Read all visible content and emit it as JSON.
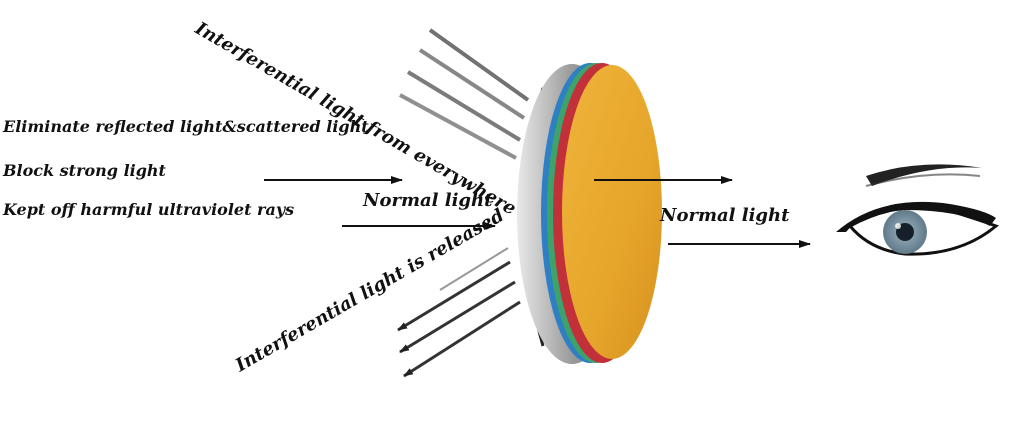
{
  "benefits": [
    "Eliminate reflected light&scattered light",
    "Block strong light",
    "Kept off harmful ultraviolet rays"
  ],
  "labels": {
    "incoming_interference": "Interferential light from everywhere",
    "incoming_normal": "Normal light",
    "outgoing_normal": "Normal light",
    "released_interference": "Interferential light is released"
  },
  "colors": {
    "lens_face": "#e8a72c",
    "lens_edge_blue": "#2f7fc4",
    "lens_edge_red": "#c2313a",
    "arrow": "#111111",
    "iris": "#7f97a7"
  },
  "icons": [
    "lens-icon",
    "eye-icon"
  ]
}
